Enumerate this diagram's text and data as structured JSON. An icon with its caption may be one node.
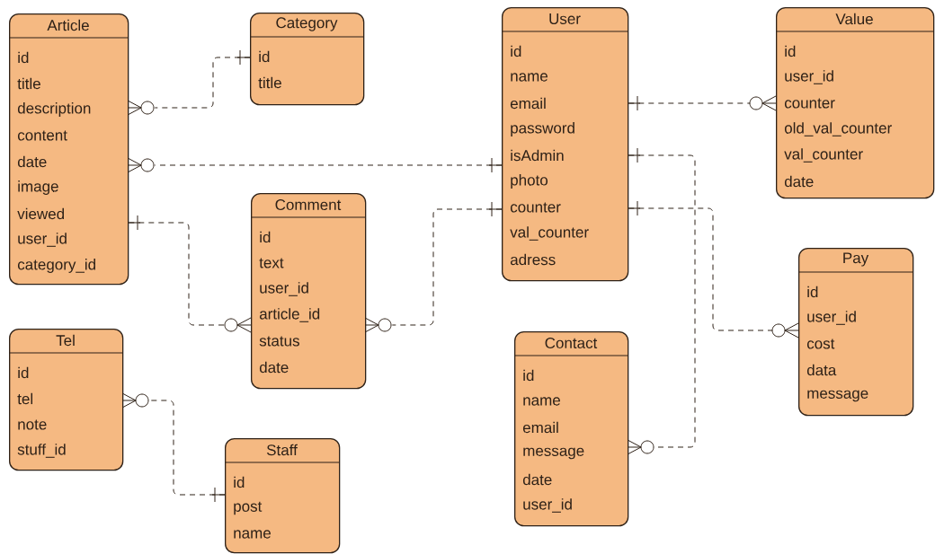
{
  "diagram": {
    "nodes": [
      {
        "text": [
          "Article",
          "id",
          "title",
          "description",
          "content",
          "date",
          "image",
          "viewed",
          "user_id",
          "category_id"
        ]
      },
      {
        "text": [
          "Category",
          "id",
          "title"
        ]
      },
      {
        "text": [
          "User",
          "id",
          "name",
          "email",
          "password",
          "isAdmin",
          "photo",
          "counter",
          "val_counter",
          "adress"
        ]
      },
      {
        "text": [
          "Value",
          "id",
          "user_id",
          "counter",
          "old_val_counter",
          "val_counter",
          "date"
        ]
      },
      {
        "text": [
          "Comment",
          "id",
          "text",
          "user_id",
          "article_id",
          "status",
          "date"
        ]
      },
      {
        "text": [
          "Pay",
          "id",
          "user_id",
          "cost",
          "data",
          "message"
        ]
      },
      {
        "text": [
          "Tel",
          "id",
          "tel",
          "note",
          "stuff_id"
        ]
      },
      {
        "text": [
          "Contact",
          "id",
          "name",
          "email",
          "message",
          "date",
          "user_id"
        ]
      },
      {
        "text": [
          "Staff",
          "id",
          "post",
          "name"
        ]
      }
    ],
    "edges": [
      {
        "from": 1,
        "to": 0,
        "arrow": "other"
      },
      {
        "from": 2,
        "to": 0,
        "arrow": "other"
      },
      {
        "from": 2,
        "to": 3,
        "arrow": "other"
      },
      {
        "from": 0,
        "to": 4,
        "arrow": "other"
      },
      {
        "from": 2,
        "to": 4,
        "arrow": "other"
      },
      {
        "from": 2,
        "to": 7,
        "arrow": "other"
      },
      {
        "from": 2,
        "to": 5,
        "arrow": "other"
      },
      {
        "from": 8,
        "to": 6,
        "arrow": "other"
      }
    ]
  }
}
